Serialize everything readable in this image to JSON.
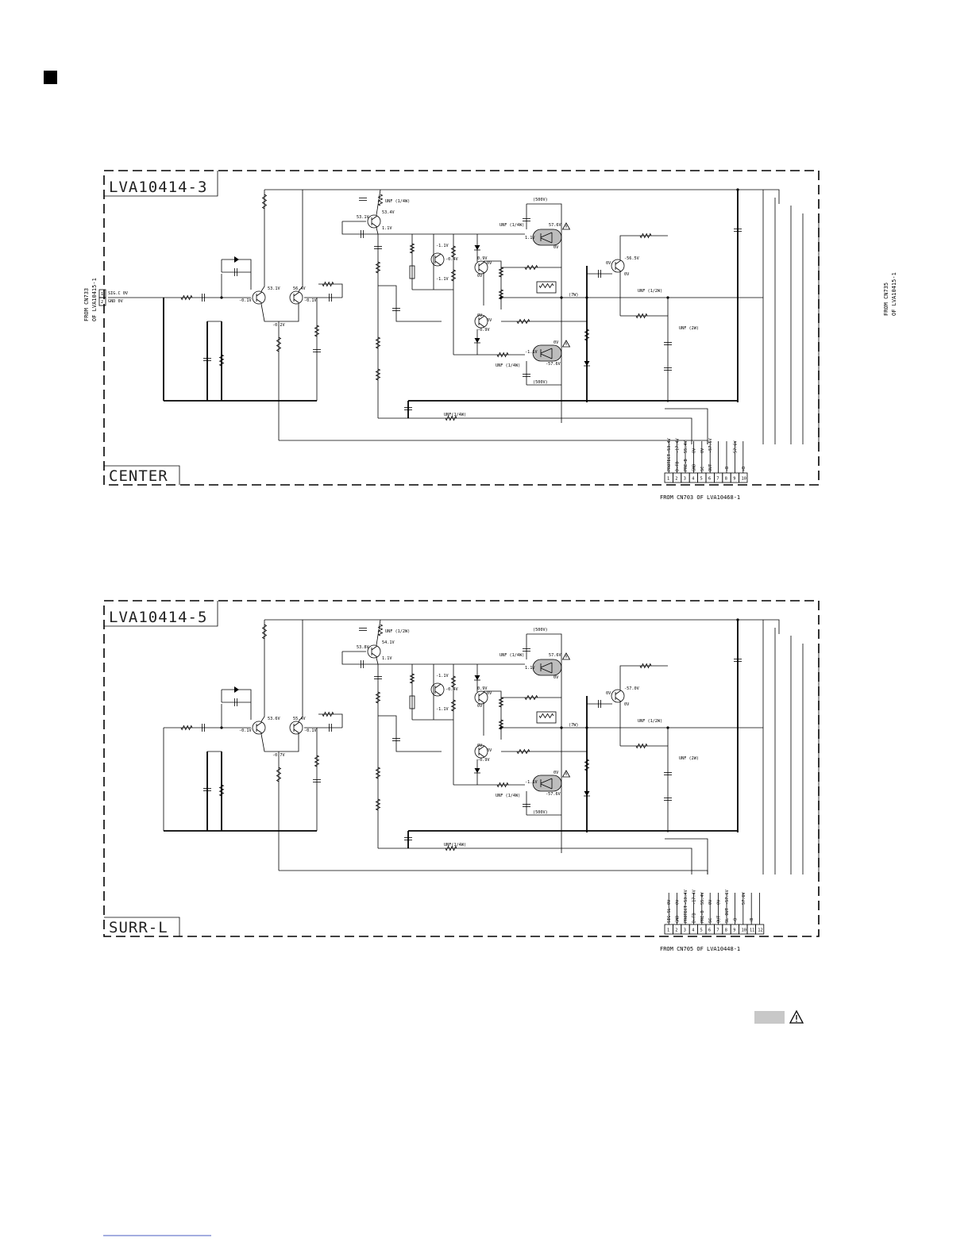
{
  "panels": [
    {
      "board": "LVA10414-3",
      "channel": "CENTER",
      "from_left": [
        "FROM CN733",
        "OF LVA10415-1"
      ],
      "left_pins": [
        "1",
        "2"
      ],
      "left_signals": [
        "SIG.C 0V",
        "GND 0V"
      ],
      "bottom_from": "FROM CN703  OF LVA10468-1",
      "pin_numbers": [
        "1",
        "2",
        "3",
        "4",
        "5",
        "6",
        "7",
        "8",
        "9",
        "10"
      ],
      "pin_names": [
        "PROTECT",
        "D-FB",
        "PRE-B",
        "GND",
        "SC",
        "OUT",
        "",
        "-B",
        "",
        "+B"
      ],
      "pin_volts": [
        "-53.4V",
        "-17.4V",
        "55.4V",
        "0V",
        "0V",
        "-57.5V",
        "",
        "",
        "57.6V",
        ""
      ],
      "volts": {
        "q1_base": "-0.1V",
        "q1_col": "53.1V",
        "q2_col": "56.4V",
        "q2_emit": "-0.1V",
        "tail": "-0.2V",
        "q3_col": "53.1V",
        "q3_emit": "53.4V",
        "q3_out": "1.1V",
        "q4_a": "-1.1V",
        "q4_b": "-0.4V",
        "q4_c": "-1.1V",
        "q5_a": "0.9V",
        "q5_b": "0V",
        "q5_c": "0V",
        "q6_a": "0V",
        "q6_b": "-0.9V",
        "q6_c": "0V",
        "out_top": "57.6V",
        "out_top_in": "1.1V",
        "out_top_e": "0V",
        "out_bot": "-57.6V",
        "out_bot_in": "-1.1V",
        "out_bot_e": "0V",
        "q7_a": "0V",
        "q7_b": "-56.5V",
        "q7_c": "0V"
      },
      "notes": {
        "unf_top": "UNF (1/4W)",
        "unf_in_top": "UNF (1/4W)",
        "unf_in_bot": "UNF (1/4W)",
        "v500_top": "(500V)",
        "v500_bot": "(500V)",
        "w7": "(7W)",
        "unf_half": "UNF (1/2W)",
        "unf_2w": "UNF (2W)",
        "unf_fb": "UNF(1/4W)"
      }
    },
    {
      "board": "LVA10414-5",
      "channel": "SURR-L",
      "from_left": [],
      "left_pins": [],
      "left_signals": [],
      "bottom_from": "FROM CN705  OF LVA10448-1",
      "pin_numbers": [
        "1",
        "2",
        "3",
        "4",
        "5",
        "6",
        "7",
        "8",
        "9",
        "10",
        "11",
        "12"
      ],
      "pin_names": [
        "SIG.SL",
        "GND",
        "PROTECT",
        "D-FB",
        "PRE-B",
        "SC",
        "OUT",
        "SL OUT",
        "-B",
        "",
        "+B",
        ""
      ],
      "pin_volts": [
        "0V",
        "0V",
        "-53.4V",
        "-17.4V",
        "55.4V",
        "0V",
        "0V",
        "-57.6V",
        "",
        "57.6V",
        "",
        ""
      ],
      "volts": {
        "q1_base": "-0.1V",
        "q1_col": "53.6V",
        "q2_col": "55.4V",
        "q2_emit": "-0.1V",
        "tail": "-0.7V",
        "q3_col": "53.8V",
        "q3_emit": "54.1V",
        "q3_out": "1.1V",
        "q4_a": "-1.1V",
        "q4_b": "-0.4V",
        "q4_c": "-1.1V",
        "q5_a": "0.9V",
        "q5_b": "0V",
        "q5_c": "0V",
        "q6_a": "0V",
        "q6_b": "-0.9V",
        "q6_c": "0V",
        "out_top": "57.6V",
        "out_top_in": "1.1V",
        "out_top_e": "0V",
        "out_bot": "-57.6V",
        "out_bot_in": "-1.1V",
        "out_bot_e": "0V",
        "q7_a": "0V",
        "q7_b": "-57.0V",
        "q7_c": "0V"
      },
      "notes": {
        "unf_top": "UNF (1/2W)",
        "unf_in_top": "UNF (1/4W)",
        "unf_in_bot": "UNF (1/4W)",
        "v500_top": "(500V)",
        "v500_bot": "(500V)",
        "w7": "(7W)",
        "unf_half": "UNF (1/2W)",
        "unf_2w": "UNF (2W)",
        "unf_fb": "UNF(1/4W)"
      }
    }
  ],
  "right_connector": [
    "FROM CN735",
    "OF LVA10415-1"
  ],
  "legend": {
    "swatch_color": "#c8c8c8",
    "symbol": "warning-triangle"
  },
  "colors": {
    "line": "#000000",
    "shade": "#bdbdbd",
    "background": "#ffffff"
  }
}
